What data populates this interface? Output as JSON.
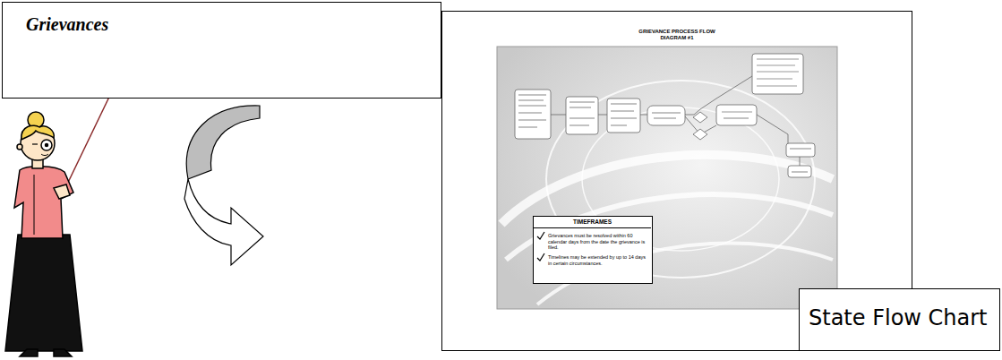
{
  "diagram": {
    "nodes": [
      {
        "text": [
          "Grievances"
        ]
      },
      {
        "text": [
          "GRIEVANCE PROCESS FLOW DIAGRAM #1"
        ]
      },
      {
        "text": [
          "TIMEFRAMES",
          "Grievances must be resolved within 60 calendar days from the date the grievance is filed.",
          "Timelines may be extended by up to 14 days in certain circumstances."
        ],
        "in": 1
      },
      {
        "text": [
          "State Flow Chart"
        ]
      }
    ]
  }
}
